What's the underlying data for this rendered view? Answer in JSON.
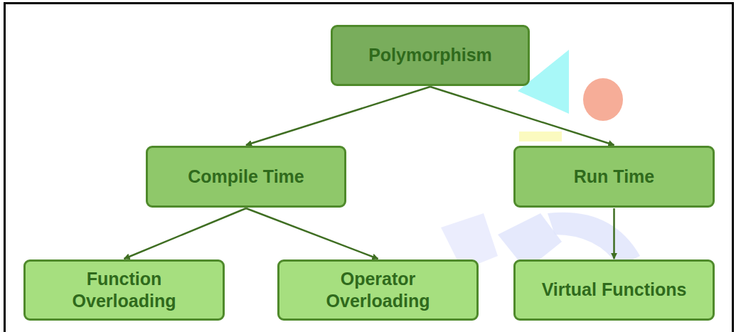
{
  "diagram": {
    "nodes": [
      {
        "text": [
          "Polymorphism"
        ]
      },
      {
        "text": [
          "Compile Time"
        ]
      },
      {
        "text": [
          "Run Time"
        ]
      },
      {
        "text": [
          "Function Overloading"
        ]
      },
      {
        "text": [
          "Operator Overloading"
        ]
      },
      {
        "text": [
          "Virtual Functions"
        ]
      }
    ],
    "edges": [
      {
        "from": 0,
        "to": 1,
        "arrow": "to"
      },
      {
        "from": 0,
        "to": 2,
        "arrow": "to"
      },
      {
        "from": 1,
        "to": 3,
        "arrow": "to"
      },
      {
        "from": 1,
        "to": 4,
        "arrow": "to"
      },
      {
        "from": 2,
        "to": 5,
        "arrow": "to"
      }
    ]
  }
}
